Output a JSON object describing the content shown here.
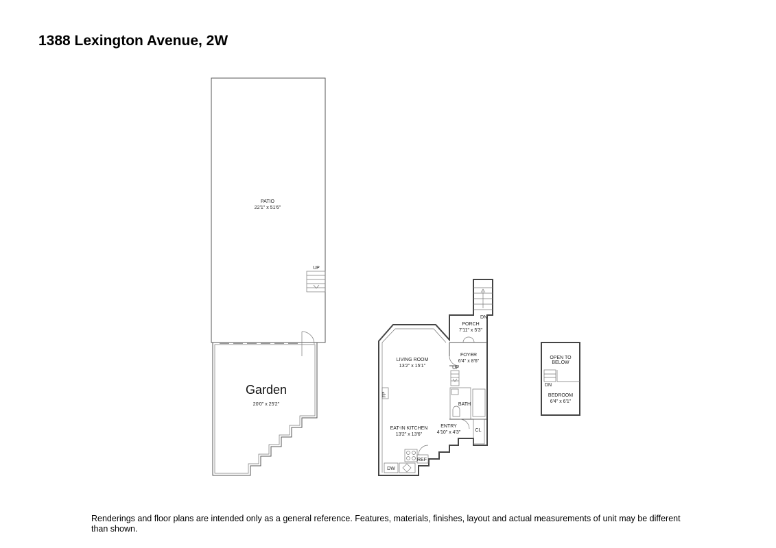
{
  "title": "1388 Lexington Avenue, 2W",
  "disclaimer": "Renderings and floor plans are intended only as a general reference. Features, materials, finishes, layout and actual measurements of unit may be different than shown.",
  "rooms": {
    "patio": {
      "name": "PATIO",
      "dims": "22'1\" x 51'6\""
    },
    "garden": {
      "name": "Garden",
      "dims": "20'0\" x 25'2\""
    },
    "living_room": {
      "name": "LIVING ROOM",
      "dims": "13'2\" x 15'1\""
    },
    "eat_in_kitchen": {
      "name": "EAT-IN KITCHEN",
      "dims": "13'2\" x 13'6\""
    },
    "porch": {
      "name": "PORCH",
      "dims": "7'11\" x 5'3\""
    },
    "foyer": {
      "name": "FOYER",
      "dims": "6'4\" x 8'6\""
    },
    "entry": {
      "name": "ENTRY",
      "dims": "4'10\" x 4'3\""
    },
    "bath": {
      "name": "BATH"
    },
    "bedroom": {
      "name": "BEDROOM",
      "dims": "6'4\" x 6'1\""
    },
    "open_to_below": {
      "line1": "OPEN TO",
      "line2": "BELOW"
    }
  },
  "fixtures": {
    "up": "UP",
    "dn": "DN",
    "fp": "FP",
    "dw": "DW",
    "ref": "REF",
    "cl": "CL"
  }
}
